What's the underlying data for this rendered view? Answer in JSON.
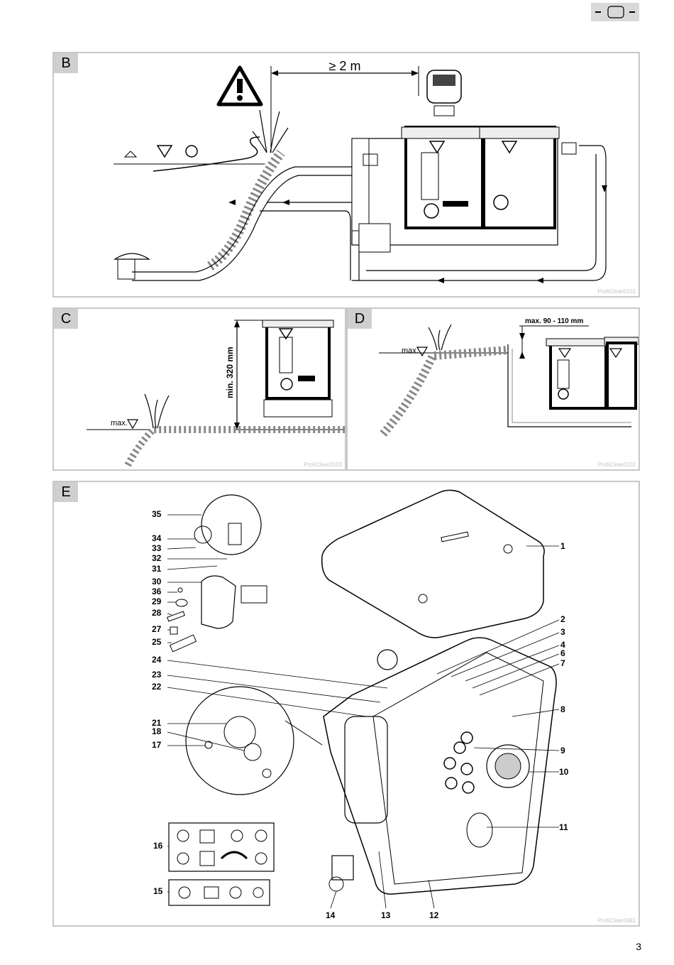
{
  "page": {
    "number": "3"
  },
  "language_badge": {
    "icon": "language-flag-icon"
  },
  "panels": {
    "B": {
      "letter": "B",
      "code": "ProfiClear0101",
      "distance_label": "≥ 2 m",
      "warning_icon": "warning-triangle-icon"
    },
    "C": {
      "letter": "C",
      "code": "ProfiClear0103",
      "height_label": "min. 320 mm",
      "max_label": "max."
    },
    "D": {
      "letter": "D",
      "code": "ProfiClear0102",
      "range_label": "max. 90 - 110 mm",
      "max_label": "max."
    },
    "E": {
      "letter": "E",
      "code": "ProfiClear0081",
      "left_callouts": [
        "35",
        "34",
        "33",
        "32",
        "31",
        "30",
        "36",
        "29",
        "28",
        "27",
        "25",
        "24",
        "23",
        "22",
        "21",
        "18",
        "17",
        "16",
        "15"
      ],
      "right_callouts": [
        "1",
        "2",
        "3",
        "4",
        "6",
        "7",
        "8",
        "9",
        "10",
        "11"
      ],
      "bottom_callouts": [
        "14",
        "13",
        "12"
      ]
    }
  }
}
